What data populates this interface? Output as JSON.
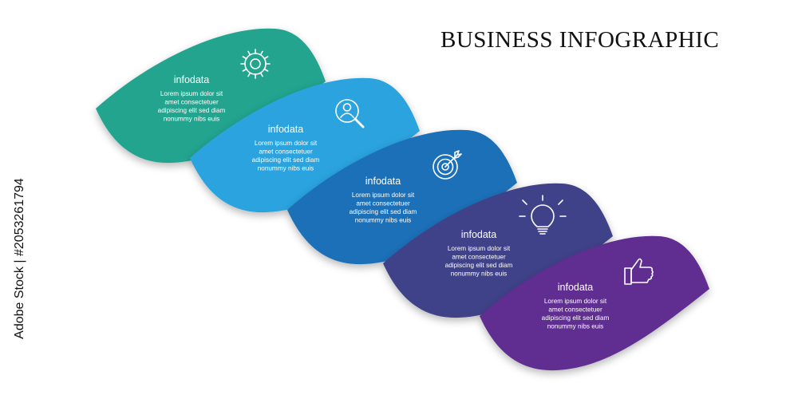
{
  "title": "BUSINESS INFOGRAPHIC",
  "side_label": "Adobe Stock | #205326179​4",
  "steps": [
    {
      "heading": "infodata",
      "body": [
        "Lorem ipsum dolor sit",
        "amet consectetuer",
        "adipiscing elit sed diam",
        "nonummy nibs euis"
      ],
      "icon": "gear-icon",
      "color": "#23a48f"
    },
    {
      "heading": "infodata",
      "body": [
        "Lorem ipsum dolor sit",
        "amet consectetuer",
        "adipiscing elit sed diam",
        "nonummy nibs euis"
      ],
      "icon": "user-search-icon",
      "color": "#2aa3de"
    },
    {
      "heading": "infodata",
      "body": [
        "Lorem ipsum dolor sit",
        "amet consectetuer",
        "adipiscing elit sed diam",
        "nonummy nibs euis"
      ],
      "icon": "target-icon",
      "color": "#1c6fb8"
    },
    {
      "heading": "infodata",
      "body": [
        "Lorem ipsum dolor sit",
        "amet consectetuer",
        "adipiscing elit sed diam",
        "nonummy nibs euis"
      ],
      "icon": "lightbulb-icon",
      "color": "#414289"
    },
    {
      "heading": "infodata",
      "body": [
        "Lorem ipsum dolor sit",
        "amet consectetuer",
        "adipiscing elit sed diam",
        "nonummy nibs euis"
      ],
      "icon": "thumbs-up-icon",
      "color": "#5f2d90"
    }
  ]
}
